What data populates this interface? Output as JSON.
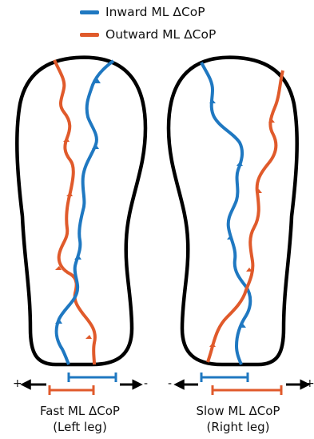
{
  "colors": {
    "inward": "#1f78c1",
    "outward": "#e05a2b",
    "outline": "#000000"
  },
  "legend": [
    {
      "label": "Inward ML ΔCoP",
      "color": "#1f78c1"
    },
    {
      "label": "Outward ML ΔCoP",
      "color": "#e05a2b"
    }
  ],
  "left_foot": {
    "caption_line1": "Fast ML ΔCoP",
    "caption_line2": "(Left leg)",
    "plus": "+",
    "minus": "-"
  },
  "right_foot": {
    "caption_line1": "Slow ML ΔCoP",
    "caption_line2": "(Right leg)",
    "plus": "+",
    "minus": "-"
  }
}
